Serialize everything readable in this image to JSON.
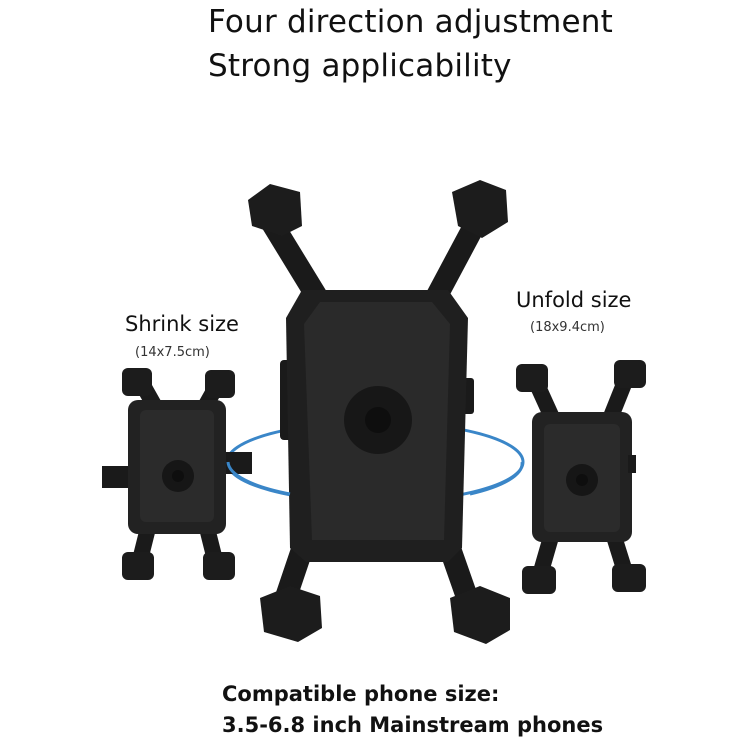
{
  "headline": {
    "line1": "Four direction adjustment",
    "line2": "Strong applicability"
  },
  "shrink": {
    "label": "Shrink size",
    "dimensions": "(14x7.5cm)"
  },
  "unfold": {
    "label": "Unfold size",
    "dimensions": "(18x9.4cm)"
  },
  "footer": {
    "line1": "Compatible phone size:",
    "line2": "3.5-6.8 inch Mainstream phones"
  },
  "colors": {
    "holder": "#1c1c1c",
    "holder_light": "#2e2e2e",
    "rotation_ring": "#3a86c8",
    "text": "#111111"
  }
}
